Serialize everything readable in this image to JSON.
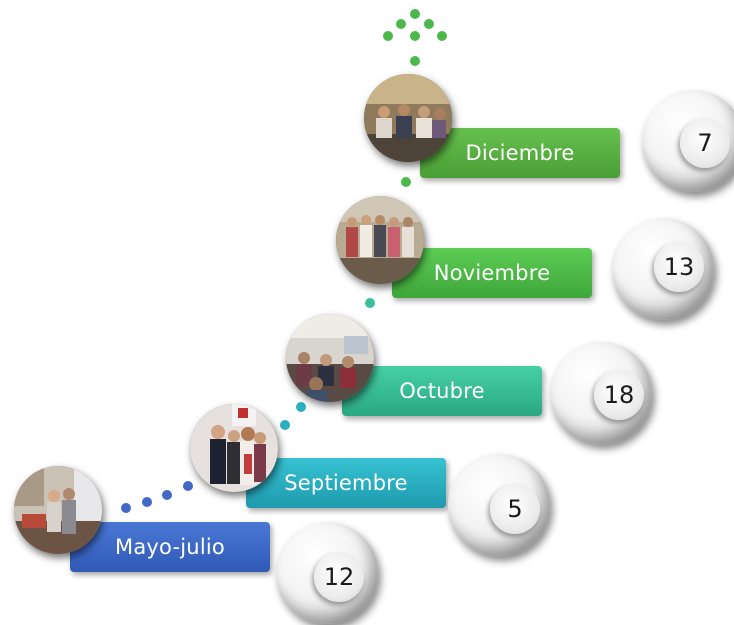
{
  "timeline": [
    {
      "label": "Mayo-julio",
      "count": "12",
      "color": "#3f68c8"
    },
    {
      "label": "Septiembre",
      "count": "5",
      "color": "#2aaec0"
    },
    {
      "label": "Octubre",
      "count": "18",
      "color": "#38c09a"
    },
    {
      "label": "Noviembre",
      "count": "13",
      "color": "#4cb84c"
    },
    {
      "label": "Diciembre",
      "count": "7",
      "color": "#5ab447"
    }
  ],
  "arrow_color": "#4cb84c"
}
